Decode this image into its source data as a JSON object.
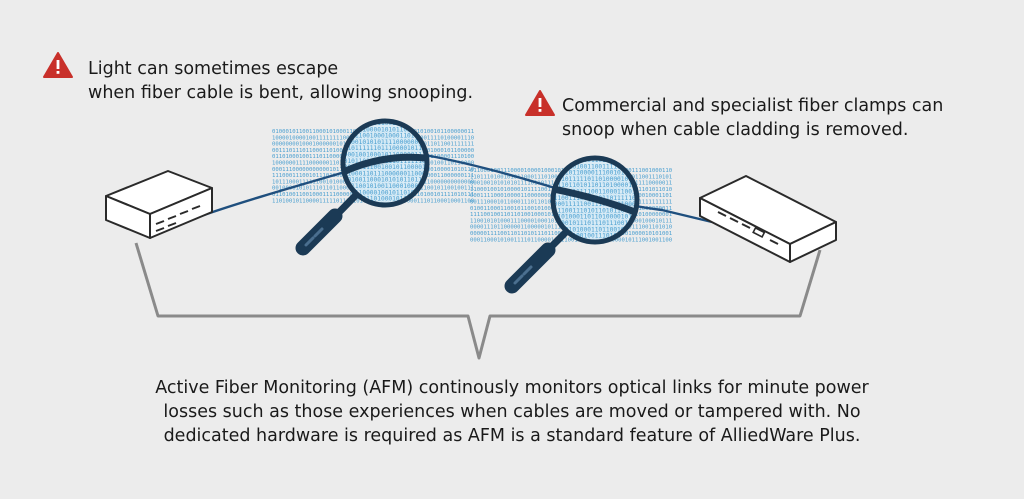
{
  "callouts": {
    "bend": {
      "lines": [
        "Light can sometimes escape",
        "when fiber cable is bent, allowing snooping."
      ]
    },
    "clamp": {
      "lines": [
        "Commercial and specialist fiber clamps can",
        "snoop when cable cladding is removed."
      ]
    }
  },
  "description": {
    "lines": [
      "Active Fiber Monitoring (AFM) continously monitors optical links for minute power",
      "losses such as those experiences when cables are moved or tampered with. No",
      "dedicated hardware is required as AFM is a standard feature of AlliedWare Plus."
    ]
  },
  "colors": {
    "background": "#ececec",
    "warning": "#c8302a",
    "fiber": "#1f4f7e",
    "magnifier": "#1b3a55",
    "bracket": "#8a8a8a",
    "binary_text": "#4a9fd0"
  },
  "icons": [
    "warning-icon",
    "network-switch-icon",
    "magnifying-glass-icon"
  ]
}
